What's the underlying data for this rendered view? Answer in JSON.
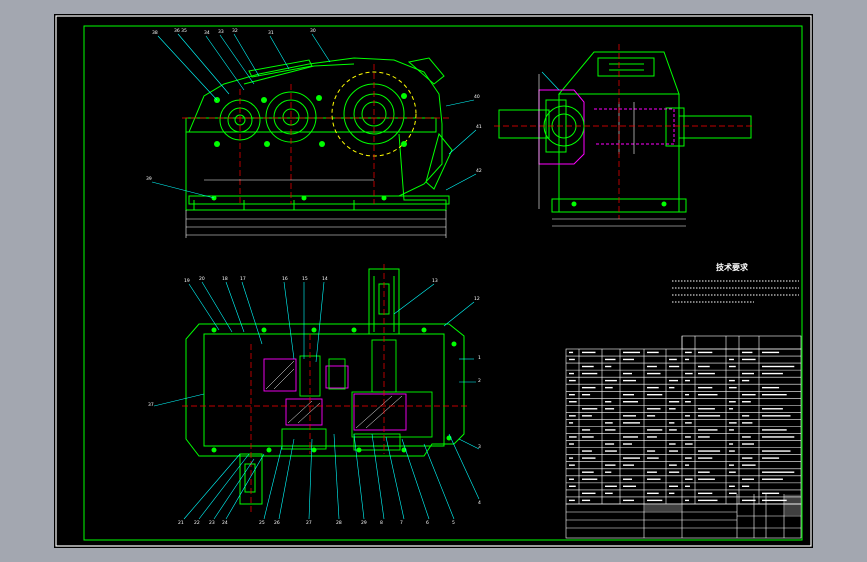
{
  "drawing": {
    "technical_requirements_title": "技术要求",
    "requirements_lines": 4,
    "bom_rows": 22,
    "colors": {
      "background": "#000000",
      "outer_frame": "#ffffff",
      "inner_frame": "#00ff00",
      "geometry": "#00ff00",
      "leaders": "#00ffff",
      "centerlines": "#ff0000",
      "hidden_lines": "#ffff00",
      "parts": "#ff00ff",
      "window_bg": "#a3a7b0"
    },
    "views": [
      "front-view",
      "side-view",
      "top-section-view",
      "bill-of-materials",
      "title-block"
    ]
  }
}
